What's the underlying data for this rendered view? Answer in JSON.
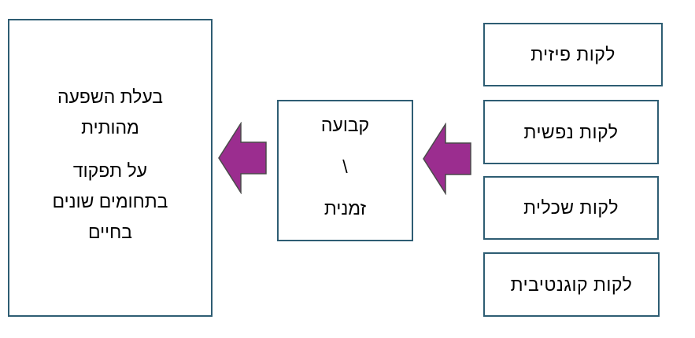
{
  "diagram": {
    "types": [
      "לקות פיזית",
      "לקות נפשית",
      "לקות שכלית",
      "לקות קוגנטיבית"
    ],
    "duration": {
      "line1": "קבועה",
      "line2": "\\",
      "line3": "זמנית"
    },
    "impact": {
      "line1": "בעלת השפעה",
      "line2": "מהותית",
      "line3": "על תפקוד",
      "line4": "בתחומים שונים",
      "line5": "בחיים"
    },
    "colors": {
      "box_border": "#2e5d73",
      "arrow_fill": "#9b2d8f",
      "arrow_stroke": "#4a4a4a"
    }
  }
}
